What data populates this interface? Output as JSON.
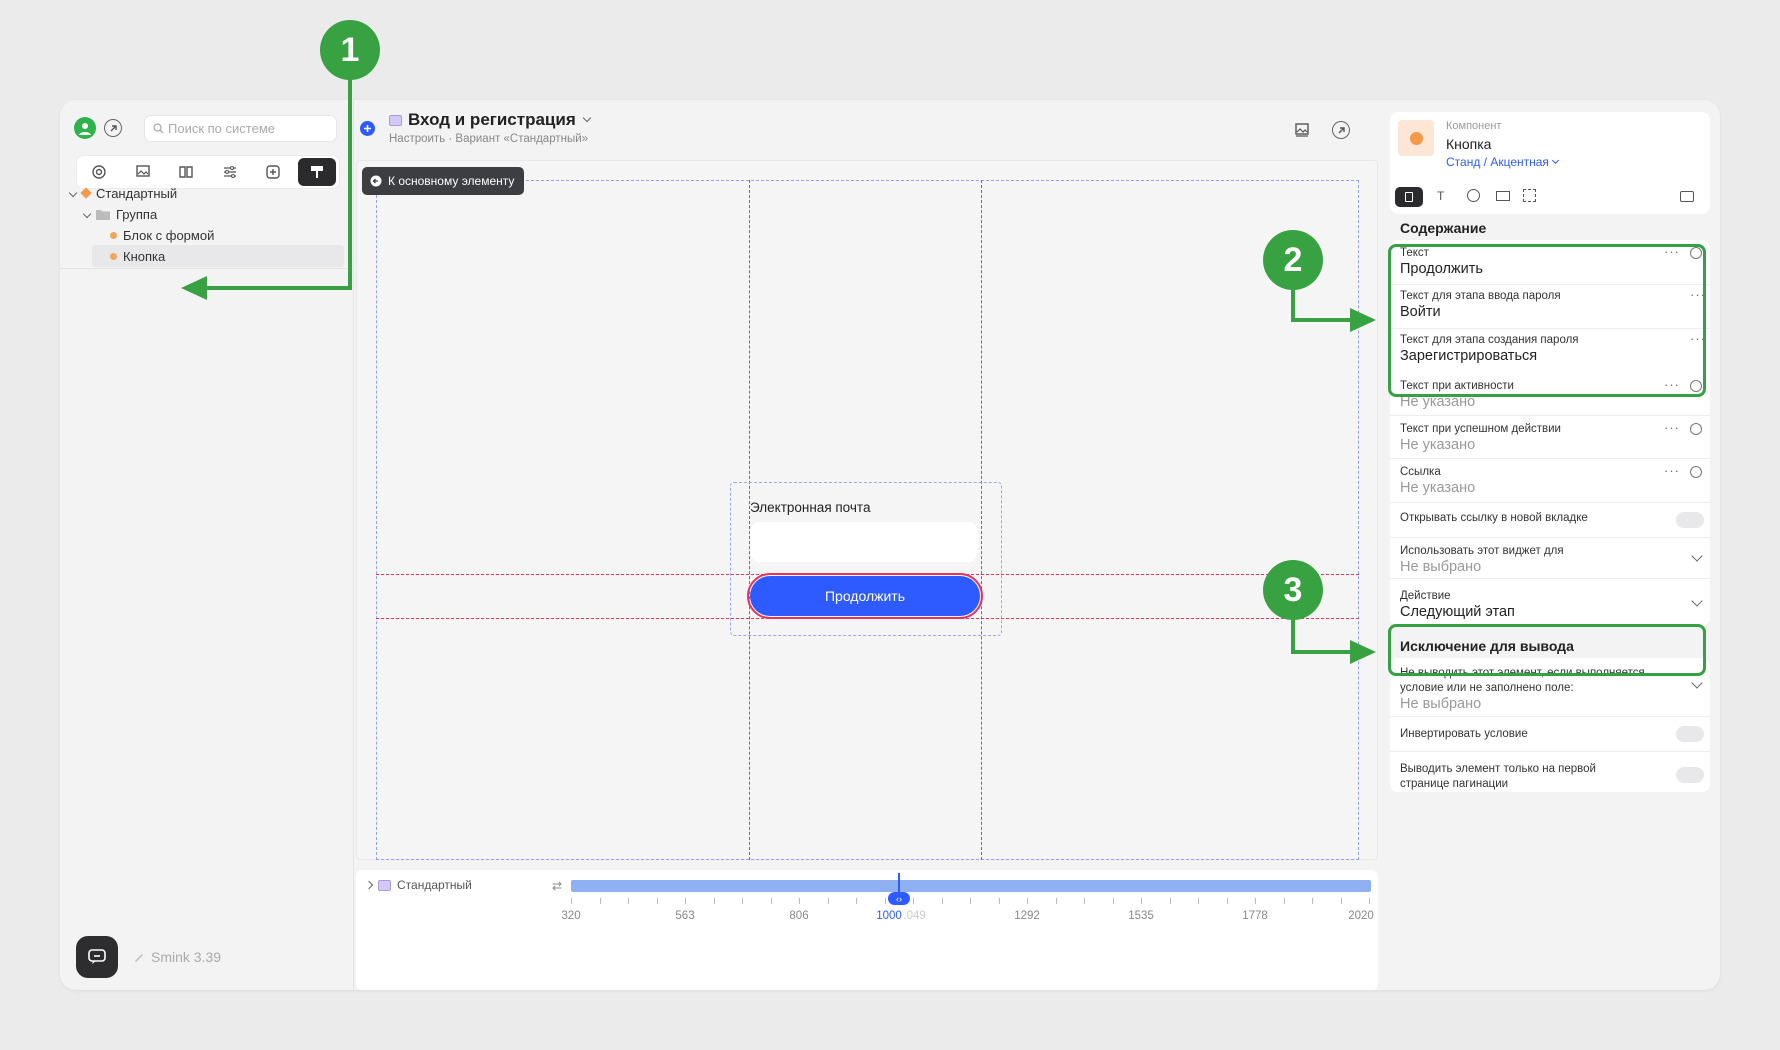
{
  "sidebar": {
    "search_placeholder": "Поиск по системе",
    "tree": [
      {
        "label": "Стандартный"
      },
      {
        "label": "Группа"
      },
      {
        "label": "Блок с формой"
      },
      {
        "label": "Кнопка"
      }
    ],
    "version": "Smink 3.39"
  },
  "header": {
    "title": "Вход и регистрация",
    "breadcrumb": "Настроить · Вариант «Стандартный»"
  },
  "canvas": {
    "back_button": "К основному элементу",
    "email_label": "Электронная почта",
    "continue_label": "Продолжить"
  },
  "bottombar": {
    "variant_label": "Стандартный",
    "current_width": "1000",
    "ruler": [
      {
        "label": "320"
      },
      {
        "label": "563"
      },
      {
        "label": "806"
      },
      {
        "label": "1049"
      },
      {
        "label": "1292"
      },
      {
        "label": "1535"
      },
      {
        "label": "1778"
      },
      {
        "label": "2020"
      }
    ]
  },
  "right_panel": {
    "component_caption": "Компонент",
    "component_name": "Кнопка",
    "variant_link": "Станд / Акцентная",
    "content_title": "Содержание",
    "fields": [
      {
        "label": "Текст",
        "value": "Продолжить"
      },
      {
        "label": "Текст для этапа ввода пароля",
        "value": "Войти"
      },
      {
        "label": "Текст для этапа создания пароля",
        "value": "Зарегистрироваться"
      },
      {
        "label": "Текст при активности",
        "value": "Не указано"
      },
      {
        "label": "Текст при успешном действии",
        "value": "Не указано"
      },
      {
        "label": "Ссылка",
        "value": "Не указано"
      }
    ],
    "open_new_tab": "Открывать ссылку в новой вкладке",
    "use_widget_label": "Использовать этот виджет для",
    "use_widget_value": "Не выбрано",
    "action_label": "Действие",
    "action_value": "Следующий этап",
    "exclusion_title": "Исключение для вывода",
    "exclusion_label": "Не выводить этот элемент, если выполняется условие или не заполнено поле:",
    "exclusion_value": "Не выбрано",
    "invert_label": "Инвертировать условие",
    "first_page_label": "Выводить элемент только на первой странице пагинации"
  },
  "annotations": {
    "one": "1",
    "two": "2",
    "three": "3"
  },
  "colors": {
    "accent": "#2e5bff",
    "annotation": "#38a142",
    "selection": "#e4365c"
  }
}
